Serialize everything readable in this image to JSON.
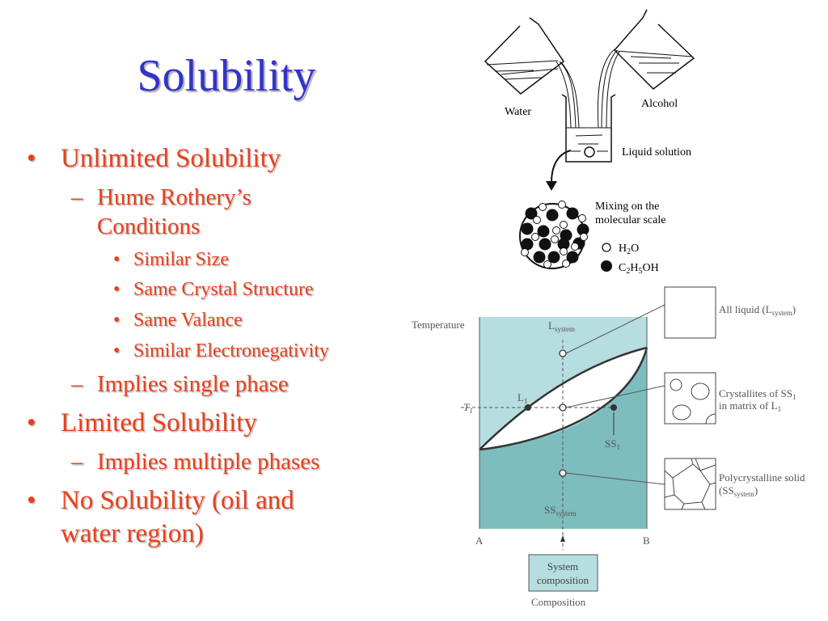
{
  "slide": {
    "title": "Solubility",
    "bullets": {
      "unlimited": "Unlimited Solubility",
      "hume_1": "Hume Rothery’s",
      "hume_2": "Conditions",
      "size": "Similar Size",
      "crystal": "Same Crystal Structure",
      "valance": "Same Valance",
      "electroneg": "Similar Electronegativity",
      "single_phase": "Implies single phase",
      "limited": "Limited Solubility",
      "multiple_phases": "Implies multiple phases",
      "none_1": "No Solubility (oil and",
      "none_2": "water region)"
    },
    "markers": {
      "bullet": "•",
      "dash": "–"
    }
  },
  "mixing_figure": {
    "water": "Water",
    "alcohol": "Alcohol",
    "liquid_solution": "Liquid solution",
    "mixing_1": "Mixing on the",
    "mixing_2": "molecular scale",
    "h2o": {
      "a": "H",
      "sub": "2",
      "b": "O"
    },
    "ethanol": {
      "a": "C",
      "s1": "2",
      "b": "H",
      "s2": "5",
      "c": "OH"
    }
  },
  "phase_diagram": {
    "temperature": "Temperature",
    "l_system": {
      "main": "L",
      "sub": "system"
    },
    "t1": {
      "main": "T",
      "sub": "1"
    },
    "l1": {
      "main": "L",
      "sub": "1"
    },
    "ss1": {
      "main": "SS",
      "sub": "1"
    },
    "ss_system": {
      "main": "SS",
      "sub": "system"
    },
    "a": "A",
    "b": "B",
    "system_composition_1": "System",
    "system_composition_2": "composition",
    "composition": "Composition",
    "all_liquid": {
      "a": "All liquid (L",
      "sub": "system",
      "b": ")"
    },
    "crystallites_1": {
      "a": "Crystallites of SS",
      "sub": "1"
    },
    "crystallites_2": {
      "a": "in matrix of L",
      "sub": "1"
    },
    "poly_1": "Polycrystalline solid",
    "poly_2": {
      "a": "(SS",
      "sub": "system",
      "b": ")"
    },
    "colors": {
      "liquid": "#b6dde0",
      "solid": "#7dbdbe",
      "line": "#333333"
    }
  }
}
